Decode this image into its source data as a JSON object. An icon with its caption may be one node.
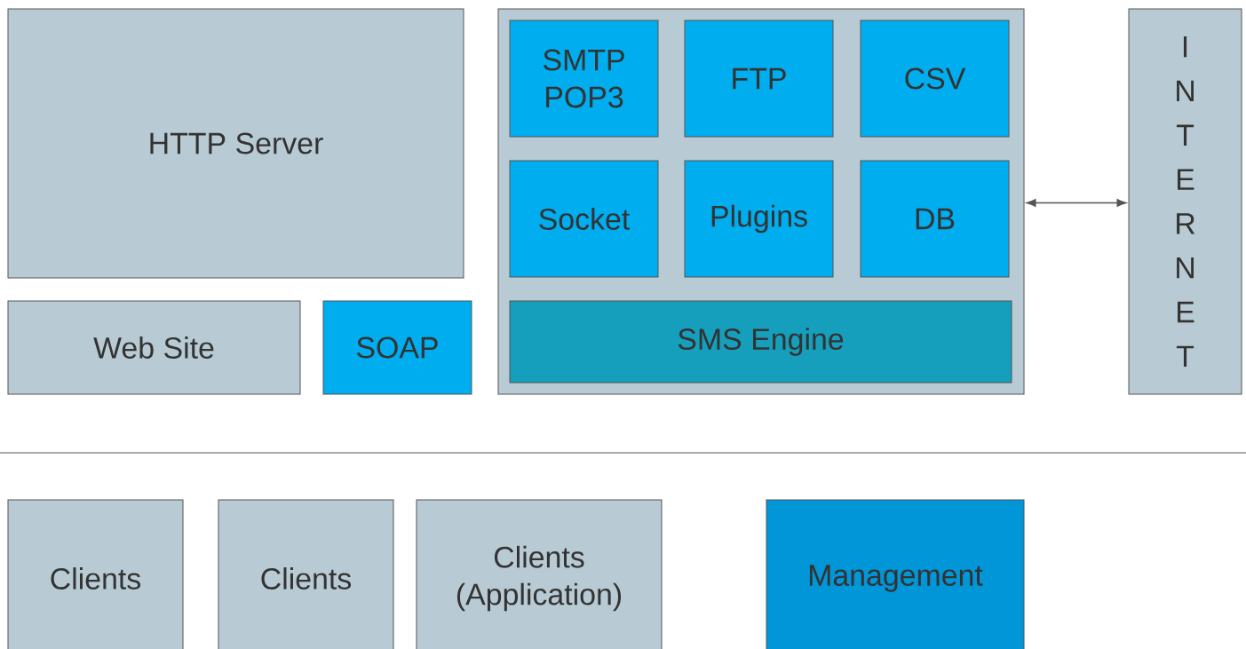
{
  "diagram": {
    "nodes": [
      {
        "text": [
          "HTTP Server"
        ]
      },
      {
        "text": [
          "Web Site"
        ]
      },
      {
        "text": [
          "SOAP"
        ]
      },
      {
        "text": [],
        "shape": "box"
      },
      {
        "text": [
          "SMTP POP3"
        ],
        "in": 3
      },
      {
        "text": [
          "FTP"
        ],
        "in": 3
      },
      {
        "text": [
          "CSV"
        ],
        "in": 3
      },
      {
        "text": [
          "Socket"
        ],
        "in": 3
      },
      {
        "text": [
          "Plugins"
        ],
        "in": 3
      },
      {
        "text": [
          "DB"
        ],
        "in": 3
      },
      {
        "text": [
          "SMS Engine"
        ],
        "in": 3
      },
      {
        "text": [
          "INTERNET"
        ]
      },
      {
        "text": [
          "Clients"
        ]
      },
      {
        "text": [
          "Clients"
        ]
      },
      {
        "text": [
          "Clients (Application)"
        ]
      },
      {
        "text": [
          "Management"
        ]
      }
    ],
    "edges": [
      {
        "from": 3,
        "to": 11,
        "arrow": "both"
      }
    ]
  }
}
